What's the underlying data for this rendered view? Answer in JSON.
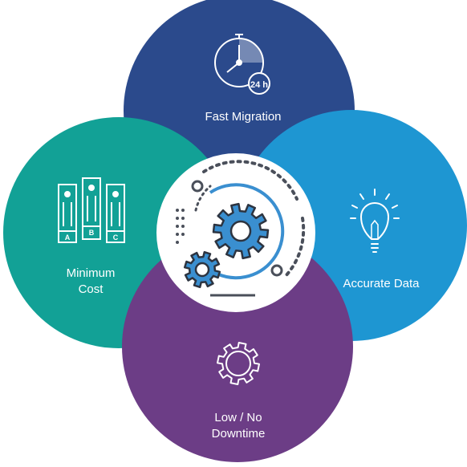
{
  "diagram": {
    "segments": [
      {
        "key": "top",
        "label": "Fast Migration",
        "color": "#2b4a8c",
        "icon": "clock-24h-icon"
      },
      {
        "key": "right",
        "label": "Accurate Data",
        "color": "#1e96d2",
        "icon": "lightbulb-icon"
      },
      {
        "key": "left",
        "label_lines": [
          "Minimum",
          "Cost"
        ],
        "color": "#12a196",
        "icon": "server-racks-icon"
      },
      {
        "key": "bottom",
        "label_lines": [
          "Low / No",
          "Downtime"
        ],
        "color": "#6c3d86",
        "icon": "gear-outline-icon"
      }
    ],
    "center": {
      "icon": "gears-icon",
      "accent": "#3a8fd0",
      "dark": "#4a4f5a"
    },
    "clock_badge": "24 h",
    "rack_labels": [
      "A",
      "B",
      "C"
    ]
  }
}
